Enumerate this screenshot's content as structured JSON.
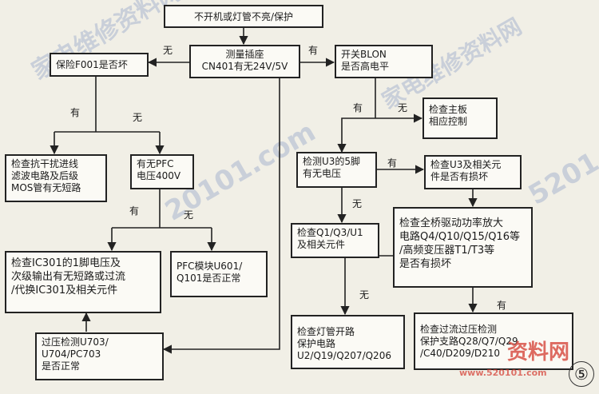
{
  "nodes": {
    "top": "不开机或灯管不亮/保护",
    "measure_cn401": "测量插座\nCN401有无24V/5V",
    "fuse": "保险F001是否坏",
    "emi": "检查抗干扰进线\n滤波电路及后级\nMOS管有无短路",
    "pfc400": "有无PFC\n电压400V",
    "ic301": "检查IC301的1脚电压及\n次级输出有无短路或过流\n/代换IC301及相关元件",
    "pfc_module": "PFC模块U601/\nQ101是否正常",
    "ovp": "过压检测U703/\nU704/PC703\n是否正常",
    "blon": "开关BLON\n是否高电平",
    "mainboard": "检查主板\n相应控制",
    "u3_pin5": "检测U3的5脚\n有无电压",
    "u3_check": "检查U3及相关元\n件是否有损坏",
    "q1q3u1": "检查Q1/Q3/U1\n及相关元件",
    "fullbridge": "检查全桥驱动功率放大\n电路Q4/Q10/Q15/Q16等\n/高频变压器T1/T3等\n是否有损坏",
    "lamp_open": "检查灯管开路\n保护电路\nU2/Q19/Q207/Q206",
    "ocp": "检查过流过压检测\n保护支路Q28/Q7/Q29\n/C40/D209/D210"
  },
  "labels": {
    "no": "无",
    "yes": "有"
  },
  "page_number": "⑤",
  "watermarks": {
    "w1": "家电维修资料网",
    "w2": "20101.com",
    "w3": "家电维修资料网",
    "w4": "5201",
    "w5": "资料网",
    "w6": "www.520101.com"
  },
  "colors": {
    "line": "#222222",
    "box_bg": "#fbfaf5",
    "page_bg": "#f1efe6",
    "watermark": "#c9cfd9",
    "logo_red": "#d43a2f"
  }
}
